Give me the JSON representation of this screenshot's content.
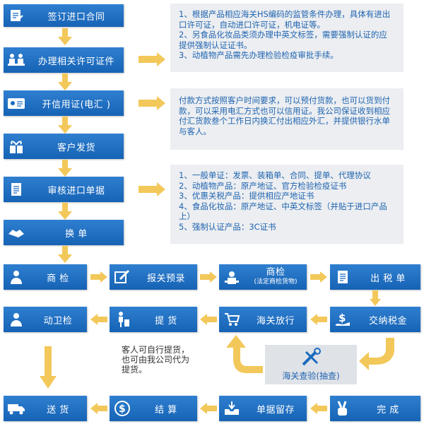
{
  "steps": {
    "s1": "签订进口合同",
    "s2": "办理相关许可证件",
    "s3": "开信用证(电汇 )",
    "s4": "客户发货",
    "s5": "审核进口单据",
    "s6": "换      单",
    "r1a": "商      检",
    "r1b": "报关预录",
    "r1c": "商检",
    "r1c_sub": "(法定商检货物)",
    "r1d": "出  税  单",
    "r2a": "动卫检",
    "r2b": "提        货",
    "r2c": "海关放行",
    "r2d": "交纳税金",
    "inspect": "海关查验(抽查)",
    "r4a": "送    货",
    "r4b": "结        算",
    "r4c": "单据留存",
    "r4d": "完        成"
  },
  "notes": {
    "n1": [
      "1、根据产品相应海关HS编码的监管条件办理，具体有进出口许可证，自动进口许可证，机电证等。",
      "2、另食品化妆品类须办理中英文标签，需要强制认证的应提供强制认证证书。",
      "3、动植物产品需先办理检验检疫审批手续。"
    ],
    "n2": [
      "付款方式按照客户时间要求，可以预付货款，也可以货到付款，可以采用电汇方式也可以信用证。我公司保证收到相应付汇货款叁个工作日内换汇付出相应外汇，并提供银行水单与客人。"
    ],
    "n3": [
      "1、一般单证：发票、装箱单、合同、提单、代理协议",
      "2、动植物产品：原产地证、官方检验检疫证书",
      "3、优惠关税产品：提供相应产地证书",
      "4、食品化妆品：原产地证、中英文标签（并贴于进口产品上）",
      "5、强制认证产品：3C证书"
    ],
    "pickup": "客人可自行提货，也可由我公司代为提货。"
  },
  "colors": {
    "box": "#1a6bbf",
    "arrow": "#f3c85a",
    "note_bg": "#eceef1",
    "note_text": "#1f64b0"
  }
}
